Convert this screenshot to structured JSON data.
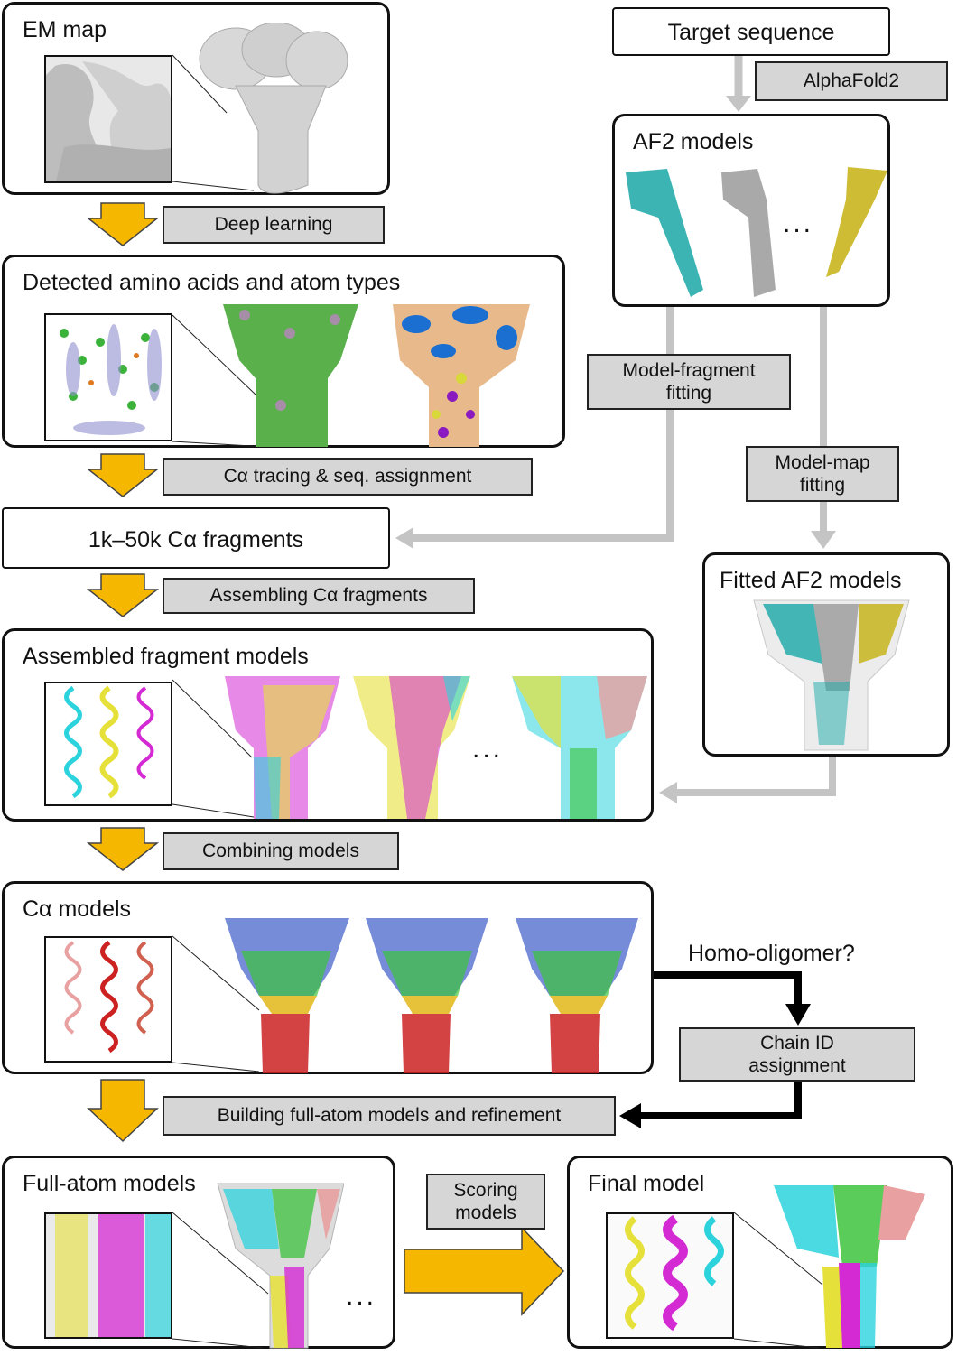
{
  "steps": {
    "em_map": {
      "title": "EM map"
    },
    "detected": {
      "title": "Detected amino acids and atom types"
    },
    "fragments": {
      "title": "1k–50k Cα fragments"
    },
    "assembled": {
      "title": "Assembled fragment models",
      "ellipsis": "..."
    },
    "ca_models": {
      "title": "Cα models"
    },
    "full_atom": {
      "title": "Full-atom models",
      "ellipsis": "..."
    },
    "final": {
      "title": "Final model"
    },
    "target": {
      "title": "Target sequence"
    },
    "af2": {
      "title": "AF2 models",
      "ellipsis": "..."
    },
    "fitted": {
      "title": "Fitted AF2 models"
    }
  },
  "process_labels": {
    "deep_learning": "Deep learning",
    "ca_tracing": "Cα tracing & seq. assignment",
    "assembling": "Assembling Cα fragments",
    "combining": "Combining models",
    "building": "Building full-atom models and refinement",
    "alphafold2": "AlphaFold2",
    "model_fragment": "Model-fragment\nfitting",
    "model_map": "Model-map\nfitting",
    "chain_id": "Chain ID\nassignment",
    "scoring": "Scoring\nmodels"
  },
  "decision": {
    "homo_oligomer": "Homo-oligomer?"
  },
  "colors": {
    "flow_arrow": "#f5b700",
    "gray_arrow": "#c4c4c4",
    "label_fill": "#d6d6d6",
    "teal": "#1aa7a7",
    "gray_model": "#9a9a9a",
    "olive": "#c8b51e",
    "magenta": "#d42ad4",
    "yellow": "#e6e13a",
    "cyan": "#2cd3dd",
    "salmon": "#e8a0a0",
    "green": "#3cc33c",
    "red": "#cc2222",
    "blue": "#1a3fc0"
  },
  "icons": [
    "em-density-map",
    "atom-detection-map",
    "alphafold-model",
    "fitted-model",
    "fragment-model",
    "ca-model",
    "full-atom-model",
    "final-model"
  ]
}
